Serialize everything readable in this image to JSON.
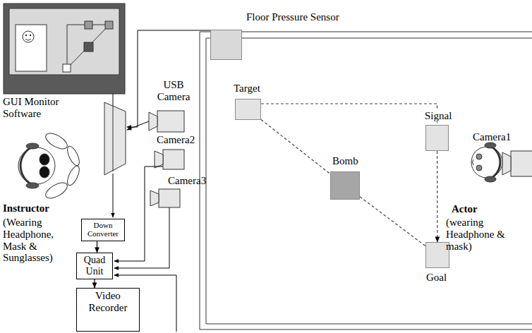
{
  "diagram": {
    "nodes": [
      {
        "text": [
          "Floor Pressure Sensor"
        ]
      },
      {
        "text": [
          "Target"
        ]
      },
      {
        "text": [
          "Signal"
        ]
      },
      {
        "text": [
          "Bomb"
        ]
      },
      {
        "text": [
          "Goal"
        ]
      },
      {
        "text": [
          "Down Converter"
        ]
      },
      {
        "text": [
          "Quad Unit"
        ]
      },
      {
        "text": [
          "Video Recorder"
        ]
      }
    ],
    "edges": [
      {
        "from": 1,
        "to": 3,
        "arrow": "none"
      },
      {
        "from": 3,
        "to": 4,
        "arrow": "none"
      },
      {
        "from": 1,
        "to": 2,
        "arrow": "none"
      },
      {
        "from": 2,
        "to": 4,
        "arrow": "to"
      },
      {
        "from": 5,
        "to": 6,
        "arrow": "to"
      },
      {
        "from": 6,
        "to": 7,
        "arrow": "to"
      }
    ],
    "labels": [
      "GUI Monitor Software",
      "USB Camera",
      "Camera2",
      "Camera3",
      "Instructor",
      "(Wearing Headphone, Mask & Sunglasses)",
      "Camera1",
      "Actor",
      "(wearing Headphone & mask)"
    ]
  }
}
